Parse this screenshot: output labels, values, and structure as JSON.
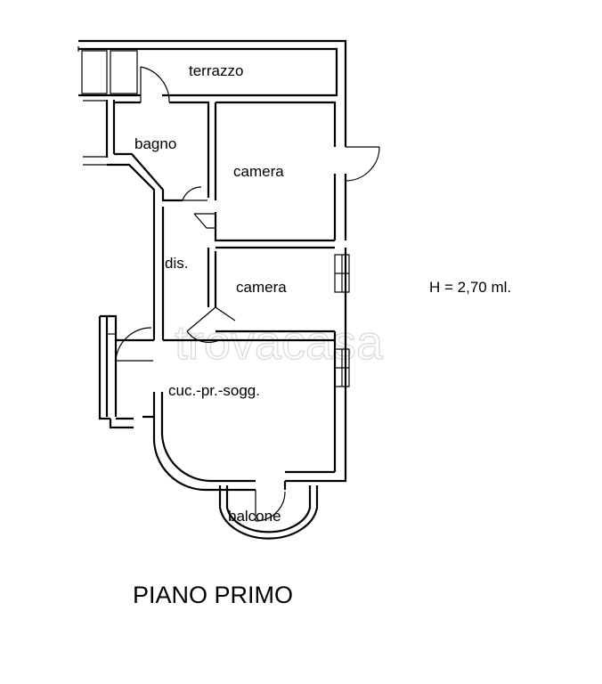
{
  "rooms": {
    "terrazzo": "terrazzo",
    "bagno": "bagno",
    "camera_1": "camera",
    "camera_2": "camera",
    "disimpegno": "dis.",
    "cucina": "cuc.-pr.-sogg.",
    "balcone": "balcone"
  },
  "height_note": "H = 2,70 ml.",
  "floor_title": "PIANO PRIMO",
  "watermark": "trovacasa"
}
